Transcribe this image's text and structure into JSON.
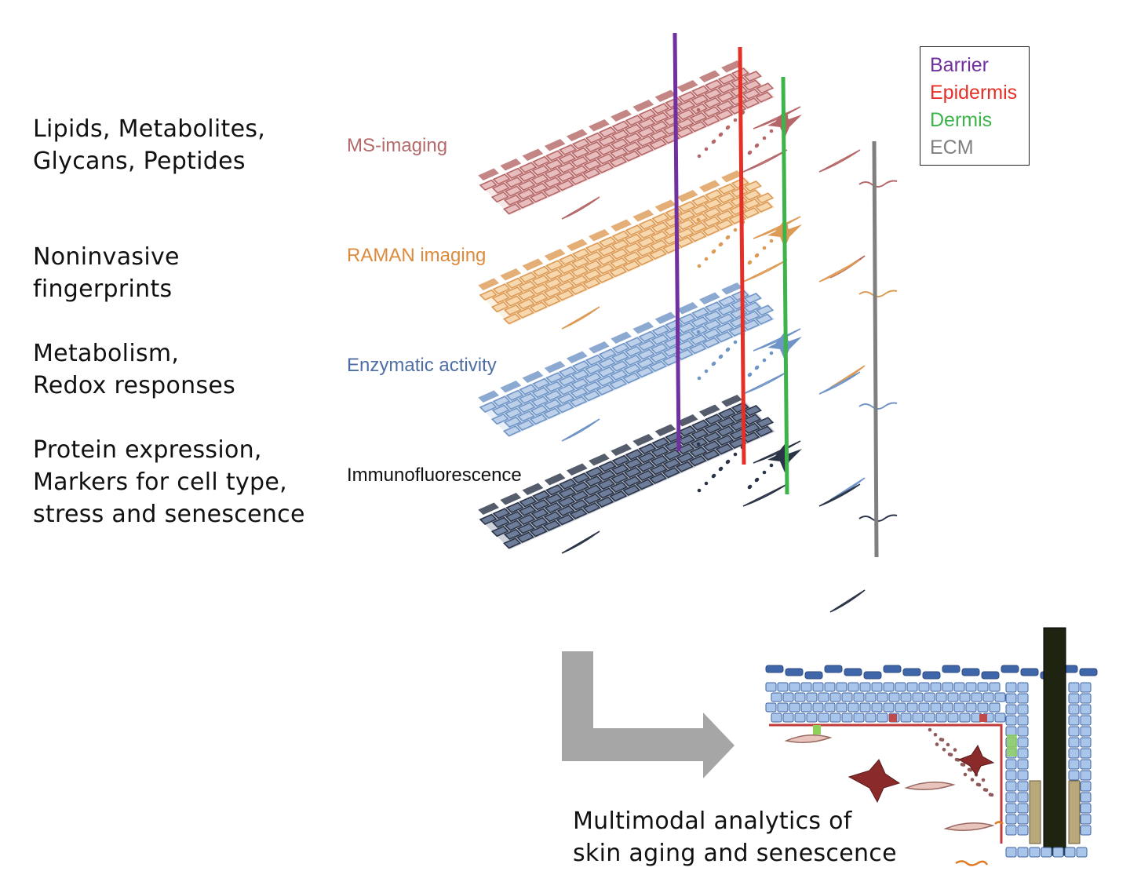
{
  "descriptions": [
    {
      "text": "Lipids, Metabolites,\nGlycans, Peptides"
    },
    {
      "text": "Noninvasive\nfingerprints"
    },
    {
      "text": "Metabolism,\nRedox responses"
    },
    {
      "text": "Protein expression,\nMarkers for cell type,\nstress and senescence"
    }
  ],
  "modalities": [
    {
      "label": "MS-imaging",
      "color": "#b46a6a",
      "fill": "#e8bdbd",
      "stroke": "#b56767"
    },
    {
      "label": "RAMAN imaging",
      "color": "#dc8a3c",
      "fill": "#f7d7ad",
      "stroke": "#dd9a55"
    },
    {
      "label": "Enzymatic activity",
      "color": "#4e6ea5",
      "fill": "#bcd0ea",
      "stroke": "#6f94c6"
    },
    {
      "label": "Immunofluorescence",
      "color": "#111111",
      "fill": "#6d7c99",
      "stroke": "#2b3447"
    }
  ],
  "legend": [
    {
      "label": "Barrier",
      "color": "#7030a0"
    },
    {
      "label": "Epidermis",
      "color": "#e53027"
    },
    {
      "label": "Dermis",
      "color": "#3cb449"
    },
    {
      "label": "ECM",
      "color": "#7f7f7f"
    }
  ],
  "caption": "Multimodal analytics of\nskin aging and senescence",
  "colors": {
    "arrow": "#a6a6a6",
    "skin_cells": "#a9c6ea",
    "skin_cells_top": "#3f66a8",
    "basement": "#c23b3b",
    "hair_shaft": "#1e2410"
  }
}
